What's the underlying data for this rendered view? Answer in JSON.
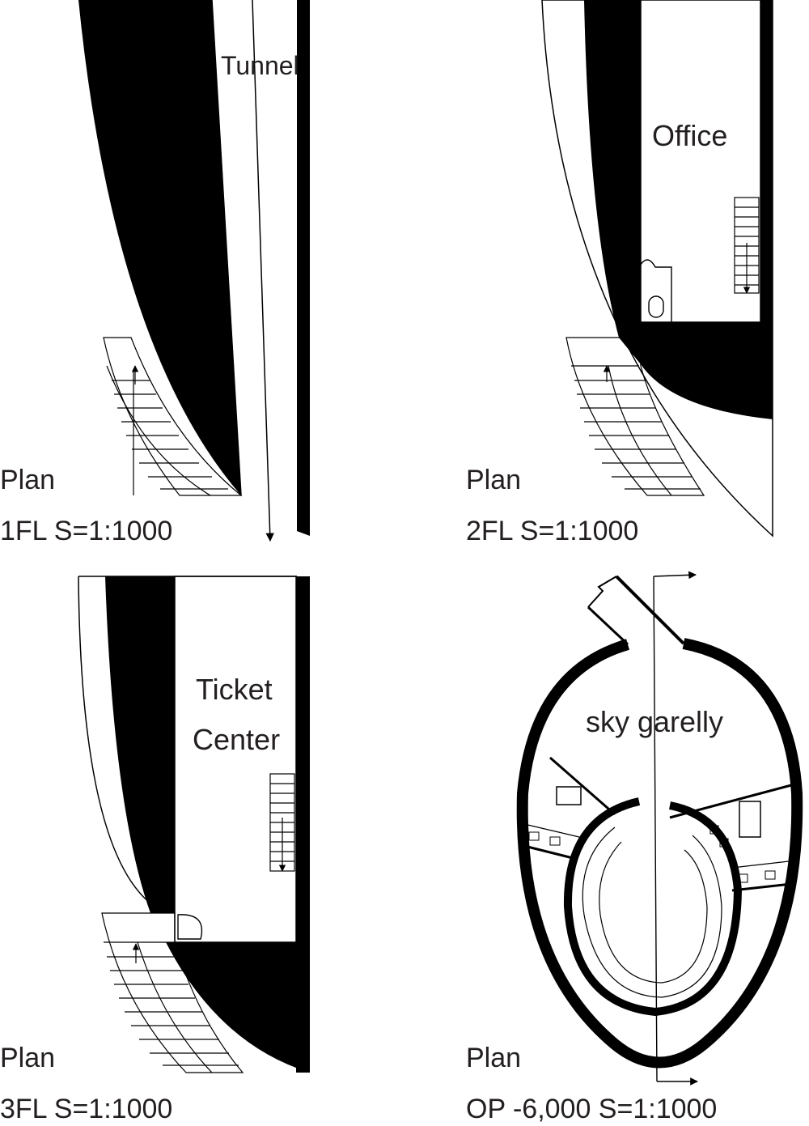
{
  "plans": [
    {
      "id": "1fl",
      "title": "Plan",
      "scale": "1FL  S=1:1000",
      "rooms": [
        "Tunnel"
      ]
    },
    {
      "id": "2fl",
      "title": "Plan",
      "scale": "2FL  S=1:1000",
      "rooms": [
        "Office"
      ]
    },
    {
      "id": "3fl",
      "title": "Plan",
      "scale": "3FL  S=1:1000",
      "rooms": [
        "Ticket",
        "Center"
      ]
    },
    {
      "id": "op",
      "title": "Plan",
      "scale": "OP  -6,000  S=1:1000",
      "rooms": [
        "sky garelly"
      ]
    }
  ],
  "colors": {
    "ink": "#000000",
    "text": "#231f20",
    "paper": "#ffffff"
  }
}
